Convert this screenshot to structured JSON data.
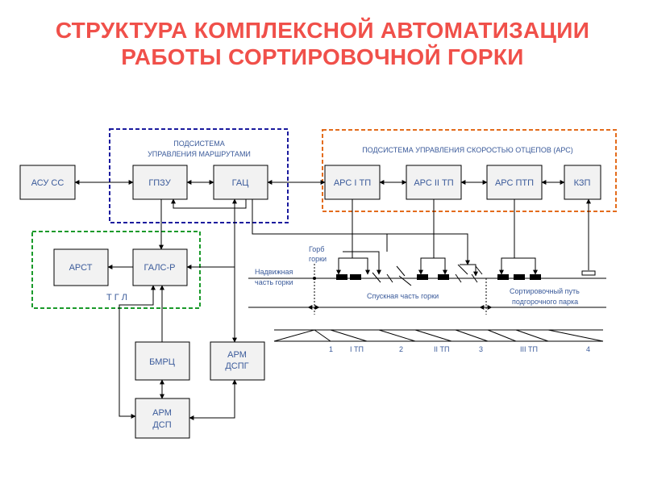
{
  "title": {
    "line1": "СТРУКТУРА КОМПЛЕКСНОЙ АВТОМАТИЗАЦИИ",
    "line2": "РАБОТЫ СОРТИРОВОЧНОЙ ГОРКИ"
  },
  "colors": {
    "title": "#f0504a",
    "route_subsystem": "#1b1b9e",
    "speed_subsystem": "#e36c1c",
    "tgl": "#1a9a2a",
    "label_text": "#3a5a9a"
  },
  "groups": {
    "route": {
      "line1": "ПОДСИСТЕМА",
      "line2": "УПРАВЛЕНИЯ МАРШРУТАМИ"
    },
    "speed": {
      "label": "ПОДСИСТЕМА УПРАВЛЕНИЯ СКОРОСТЬЮ ОТЦЕПОВ (АРС)"
    },
    "tgl": {
      "label": "Т Г Л"
    }
  },
  "blocks": {
    "asu": "АСУ СС",
    "gpzu": "ГПЗУ",
    "gac": "ГАЦ",
    "ars1": "АРС  I ТП",
    "ars2": "АРС II ТП",
    "arsptp": "АРС ПТП",
    "kzp": "КЗП",
    "arst": "АРСТ",
    "gals": "ГАЛС-Р",
    "bmrc": "БМРЦ",
    "armdspg": [
      "АРМ",
      "ДСПГ"
    ],
    "armdsp": [
      "АРМ",
      "ДСП"
    ]
  },
  "track": {
    "hump": [
      "Горб",
      "горки"
    ],
    "push": [
      "Надвижная",
      "часть горки"
    ],
    "descent": "Спускная часть горки",
    "sorting": [
      "Сортировочный путь",
      "подгорочного парка"
    ]
  },
  "positions": [
    "1",
    "I ТП",
    "2",
    "II ТП",
    "3",
    "III ТП",
    "4"
  ]
}
